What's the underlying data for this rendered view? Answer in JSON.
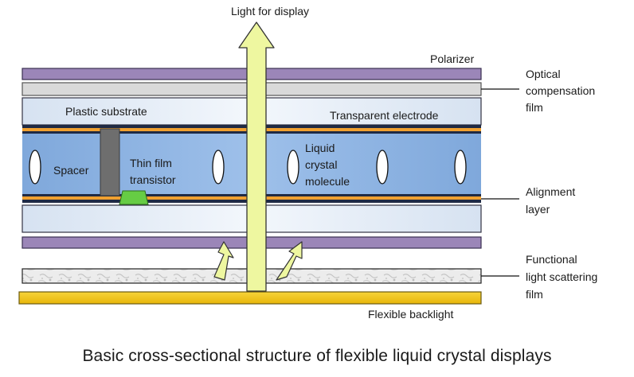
{
  "diagram": {
    "top_label": "Light for display",
    "caption": "Basic cross-sectional structure of flexible liquid crystal displays",
    "layers": {
      "polarizer": "Polarizer",
      "optical_compensation_film": [
        "Optical",
        "compensation",
        "film"
      ],
      "plastic_substrate": "Plastic substrate",
      "transparent_electrode": "Transparent electrode",
      "spacer": "Spacer",
      "thin_film_transistor": [
        "Thin film",
        "transistor"
      ],
      "liquid_crystal_molecule": [
        "Liquid",
        "crystal",
        "molecule"
      ],
      "alignment_layer": [
        "Alignment",
        "layer"
      ],
      "functional_light_scattering_film": [
        "Functional",
        "light scattering",
        "film"
      ],
      "flexible_backlight": "Flexible backlight"
    },
    "colors": {
      "polarizer": "#9b86b8",
      "compensation_film": "#d9d9d9",
      "substrate": "#dce6f2",
      "liquid_crystal": "#8eb4e3",
      "orange_stripe": "#f0a030",
      "dark_line": "#1f2a44",
      "spacer": "#6e6e6e",
      "tft": "#66cc44",
      "arrow_fill": "#eef7a0",
      "backlight": "#f2c418"
    }
  }
}
